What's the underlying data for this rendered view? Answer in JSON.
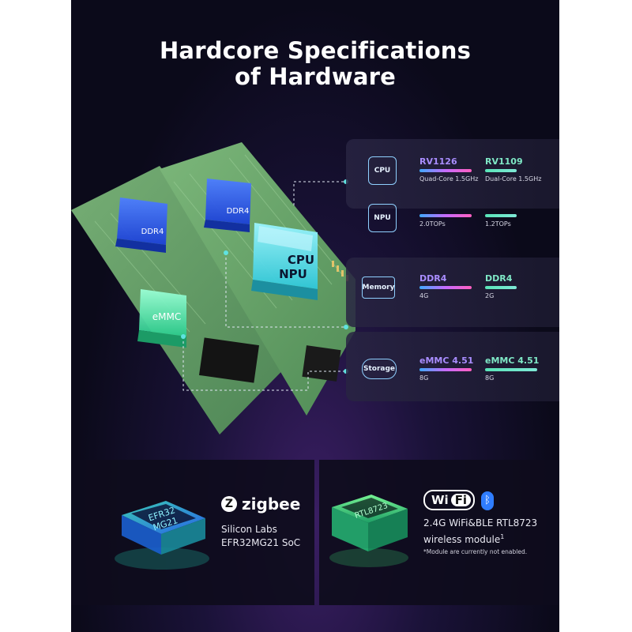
{
  "title": {
    "line1": "Hardcore Specifications",
    "line2": "of Hardware"
  },
  "board_labels": {
    "ddr4_left": "DDR4",
    "ddr4_right": "DDR4",
    "cpu": "CPU",
    "npu": "NPU",
    "emmc": "eMMC"
  },
  "specs": [
    {
      "icon_label": "CPU",
      "icon": "cpu-chip-icon",
      "col1": {
        "name": "RV1126",
        "sub": "Quad-Core 1.5GHz"
      },
      "col2": {
        "name": "RV1109",
        "sub": "Dual-Core 1.5GHz"
      }
    },
    {
      "icon_label": "NPU",
      "icon": "npu-chip-icon",
      "col1": {
        "name": "",
        "sub": "2.0TOPs"
      },
      "col2": {
        "name": "",
        "sub": "1.2TOPs"
      }
    },
    {
      "icon_label": "Memory",
      "icon": "memory-chip-icon",
      "col1": {
        "name": "DDR4",
        "sub": "4G"
      },
      "col2": {
        "name": "DDR4",
        "sub": "2G"
      }
    },
    {
      "icon_label": "Storage",
      "icon": "storage-chip-icon",
      "col1": {
        "name": "eMMC 4.51",
        "sub": "8G"
      },
      "col2": {
        "name": "eMMC 4.51",
        "sub": "8G"
      }
    }
  ],
  "zigbee": {
    "chip_label_1": "EFR32",
    "chip_label_2": "MG21",
    "logo_text": "zigbee",
    "line1": "Silicon Labs",
    "line2": "EFR32MG21 SoC"
  },
  "wifi": {
    "chip_label": "RTL8723",
    "badge_wi": "Wi",
    "badge_fi": "Fi",
    "line1": "2.4G WiFi&BLE RTL8723",
    "line2": "wireless module",
    "footnote_mark": "1",
    "note": "*Module are currently not enabled."
  },
  "colors": {
    "accent_purple": "#a98dff",
    "accent_green": "#7fe8c6",
    "board_green": "#6aa86a",
    "glow_cyan": "#5fe3e0"
  }
}
